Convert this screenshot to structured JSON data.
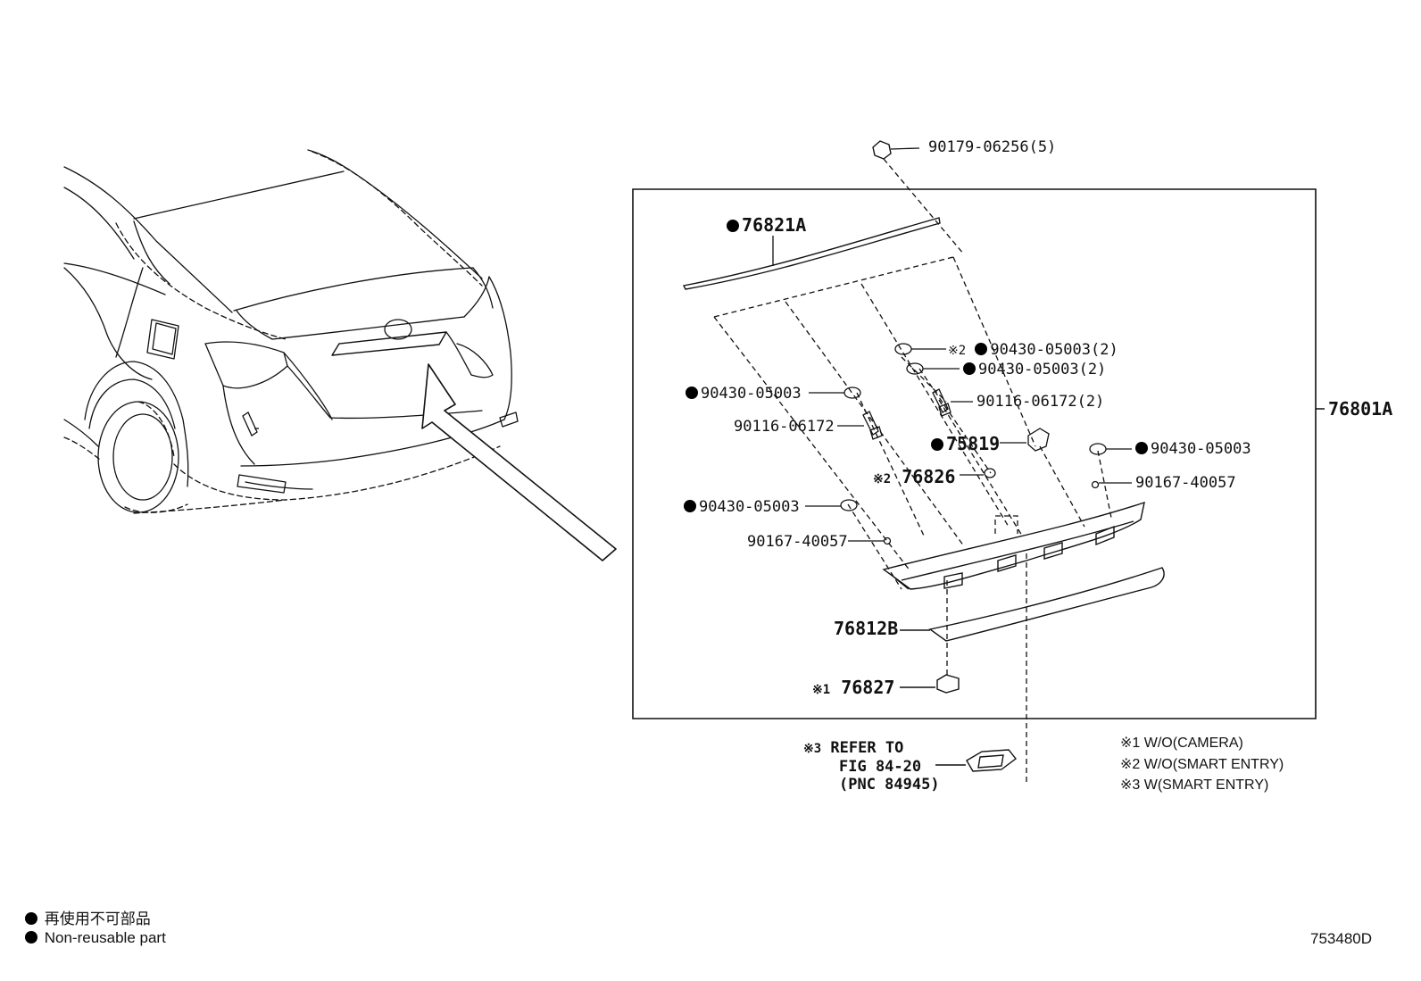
{
  "parts": {
    "p90179": "90179-06256(5)",
    "p76821A": "76821A",
    "p90430_a": "90430-05003(2)",
    "p90430_b": "90430-05003(2)",
    "p90430_c": "90430-05003",
    "p90116_a": "90116-06172(2)",
    "p90116_b": "90116-06172",
    "p75819": "75819",
    "p90430_d": "90430-05003",
    "p76826": "76826",
    "p90167_a": "90167-40057",
    "p90430_e": "90430-05003",
    "p90167_b": "90167-40057",
    "p76812B": "76812B",
    "p76827": "76827",
    "p76801A": "76801A"
  },
  "marks": {
    "m1": "※1",
    "m2": "※2",
    "m2b": "※2",
    "m3": "※3"
  },
  "refer": {
    "line1": "REFER TO",
    "line2": "FIG 84-20",
    "line3": "(PNC 84945)"
  },
  "notes": {
    "n1": "※1 W/O(CAMERA)",
    "n2": "※2 W/O(SMART ENTRY)",
    "n3": "※3 W(SMART ENTRY)"
  },
  "legend": {
    "jp": "再使用不可部品",
    "en": "Non-reusable part"
  },
  "figure_id": "753480D",
  "icons": {
    "non_reusable": "filled-circle"
  }
}
